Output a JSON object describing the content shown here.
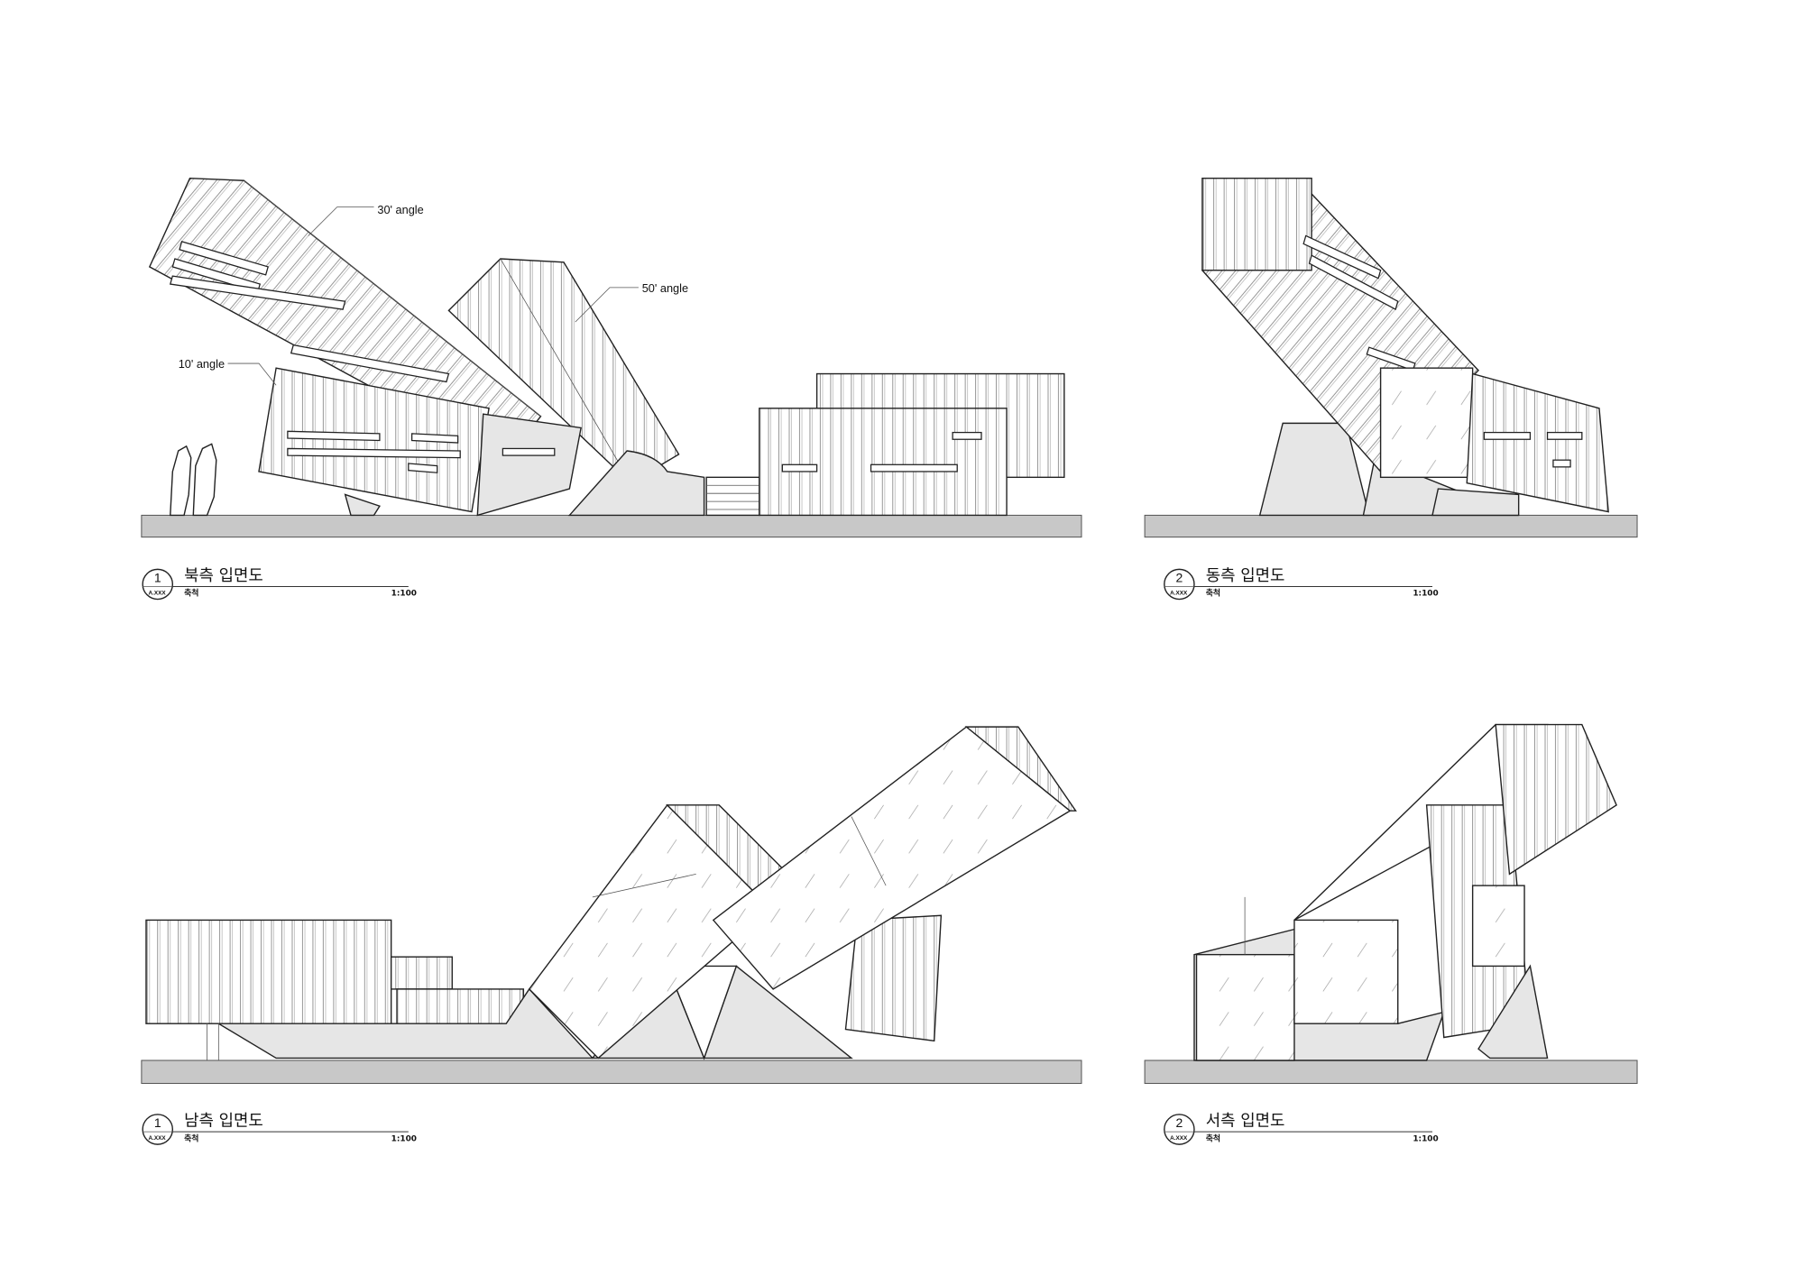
{
  "drawings": [
    {
      "number": "1",
      "sheet": "A.XXX",
      "title": "북측 입면도",
      "scale_label": "축척",
      "scale": "1:100"
    },
    {
      "number": "2",
      "sheet": "A.XXX",
      "title": "동측 입면도",
      "scale_label": "축척",
      "scale": "1:100"
    },
    {
      "number": "1",
      "sheet": "A.XXX",
      "title": "남측 입면도",
      "scale_label": "축척",
      "scale": "1:100"
    },
    {
      "number": "2",
      "sheet": "A.XXX",
      "title": "서측 입면도",
      "scale_label": "축척",
      "scale": "1:100"
    }
  ],
  "annotations": {
    "angle_30": "30' angle",
    "angle_50": "50' angle",
    "angle_10": "10' angle"
  }
}
